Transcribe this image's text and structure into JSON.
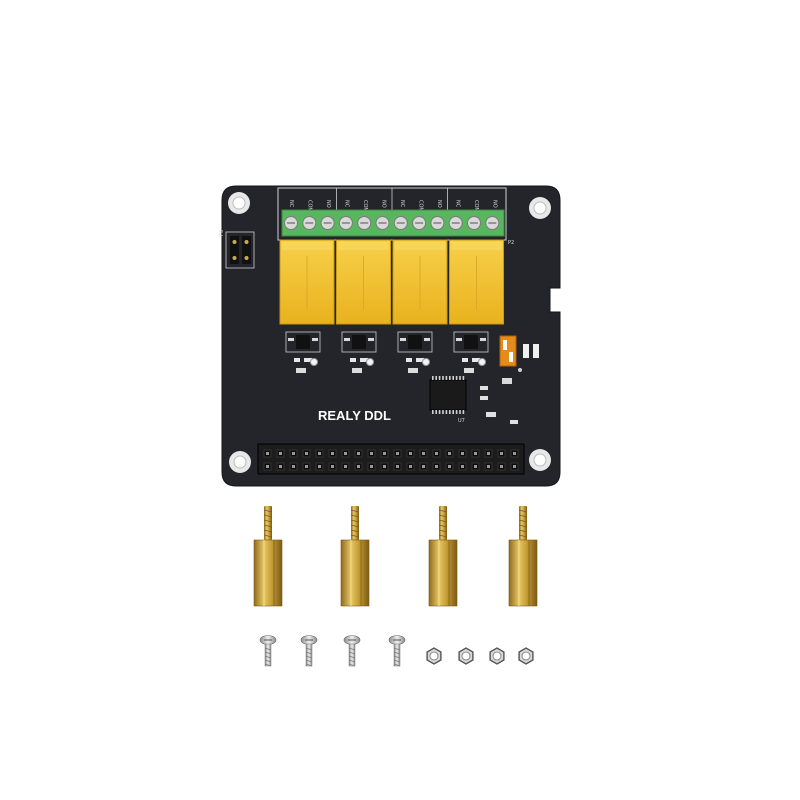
{
  "board": {
    "label": "REALY DDL",
    "connector_label": "P2",
    "jumper_label": "P3",
    "chip_label": "U7",
    "terminal_labels": [
      "NC",
      "COM",
      "NO",
      "NC",
      "COM",
      "NO",
      "NC",
      "COM",
      "NO",
      "NC",
      "COM",
      "NO"
    ],
    "relay_count": 4
  },
  "accessories": {
    "standoff_count": 4,
    "screw_count": 4,
    "nut_count": 4
  },
  "colors": {
    "background": "#ffffff",
    "pcb": "#23252b",
    "terminal_block": "#58b65e",
    "relay": "#f4c430",
    "brass": "#c9a23a",
    "header_pins": "#8f8f8f"
  }
}
